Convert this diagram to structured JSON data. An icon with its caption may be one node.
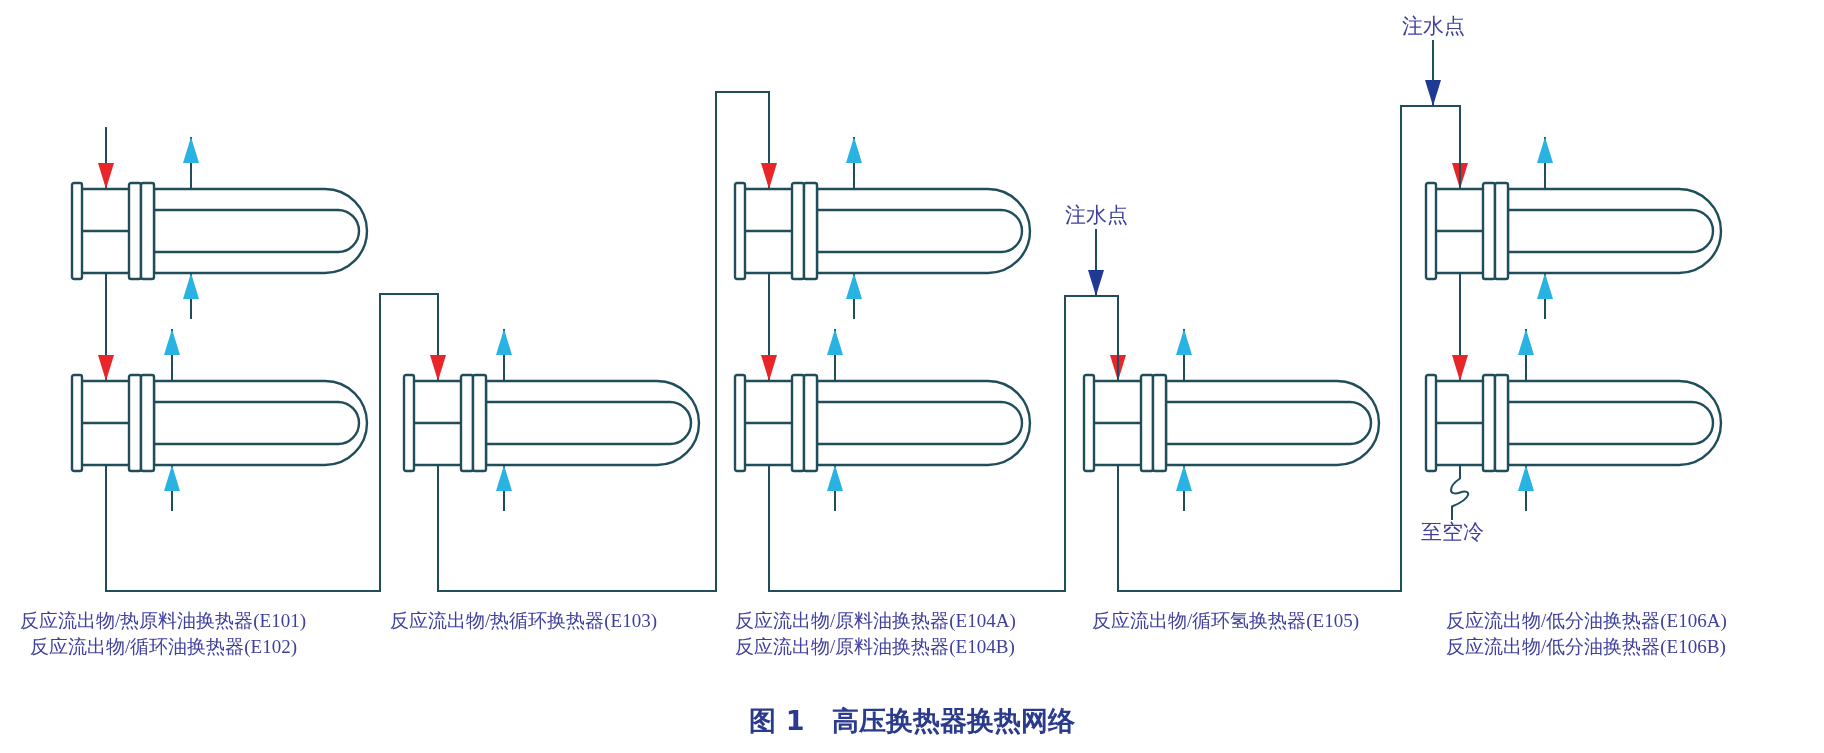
{
  "diagram": {
    "caption": "图 1　高压换热器换热网络",
    "nodes": [
      {
        "text": [],
        "shape": "exchanger"
      },
      {
        "text": [],
        "shape": "exchanger"
      },
      {
        "text": [],
        "shape": "exchanger"
      },
      {
        "text": [],
        "shape": "exchanger"
      },
      {
        "text": [],
        "shape": "exchanger"
      },
      {
        "text": [
          "注水点"
        ]
      },
      {
        "text": [],
        "shape": "exchanger"
      },
      {
        "text": [
          "注水点"
        ]
      },
      {
        "text": [],
        "shape": "exchanger"
      },
      {
        "text": [],
        "shape": "exchanger"
      },
      {
        "text": [
          "至空冷"
        ]
      }
    ],
    "edges": [
      {
        "from": null,
        "to": 0,
        "arrow": "to"
      },
      {
        "from": 0,
        "to": 1,
        "arrow": "to"
      },
      {
        "from": 1,
        "to": 2,
        "arrow": "to"
      },
      {
        "from": 2,
        "to": 3,
        "arrow": "to"
      },
      {
        "from": 3,
        "to": 4,
        "arrow": "to"
      },
      {
        "from": 4,
        "to": 6,
        "arrow": "to"
      },
      {
        "from": 5,
        "to": 6,
        "arrow": "to"
      },
      {
        "from": 6,
        "to": 8,
        "arrow": "to"
      },
      {
        "from": 7,
        "to": 8,
        "arrow": "to"
      },
      {
        "from": 8,
        "to": 9,
        "arrow": "to"
      },
      {
        "from": 9,
        "to": 10,
        "arrow": "none"
      },
      {
        "from": null,
        "to": 0,
        "arrow": "to"
      },
      {
        "from": 0,
        "to": null,
        "arrow": "to"
      },
      {
        "from": null,
        "to": 1,
        "arrow": "to"
      },
      {
        "from": 1,
        "to": null,
        "arrow": "to"
      },
      {
        "from": null,
        "to": 2,
        "arrow": "to"
      },
      {
        "from": 2,
        "to": null,
        "arrow": "to"
      },
      {
        "from": null,
        "to": 3,
        "arrow": "to"
      },
      {
        "from": 3,
        "to": null,
        "arrow": "to"
      },
      {
        "from": null,
        "to": 4,
        "arrow": "to"
      },
      {
        "from": 4,
        "to": null,
        "arrow": "to"
      },
      {
        "from": null,
        "to": 6,
        "arrow": "to"
      },
      {
        "from": 6,
        "to": null,
        "arrow": "to"
      },
      {
        "from": null,
        "to": 8,
        "arrow": "to"
      },
      {
        "from": 8,
        "to": null,
        "arrow": "to"
      },
      {
        "from": null,
        "to": 9,
        "arrow": "to"
      },
      {
        "from": 9,
        "to": null,
        "arrow": "to"
      }
    ],
    "labels": [
      "反应流出物/热原料油换热器(E101)",
      "反应流出物/热循环换热器(E103)",
      "反应流出物/原料油换热器(E104A)",
      "反应流出物/循环氢换热器(E105)",
      "反应流出物/低分油换热器(E106A)",
      "反应流出物/循环油换热器(E102)",
      "反应流出物/原料油换热器(E104B)",
      "反应流出物/低分油换热器(E106B)"
    ]
  }
}
